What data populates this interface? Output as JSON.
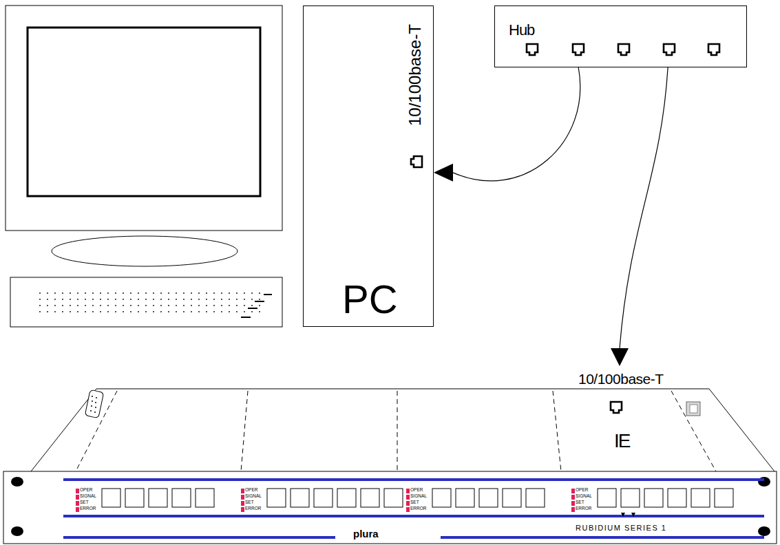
{
  "diagram": {
    "nodes": [
      {
        "text": [
          "10/100base-T",
          "PC"
        ]
      },
      {
        "text": [
          "Hub"
        ]
      },
      {
        "text": [
          "10/100base-T",
          "IE"
        ]
      }
    ],
    "edges": [
      {
        "from": 1,
        "to": 0,
        "arrow": "to"
      },
      {
        "from": 1,
        "to": 2,
        "arrow": "to"
      }
    ],
    "labels": [
      "OPER",
      "SIGNAL",
      "SET",
      "ERROR",
      "OPER",
      "SIGNAL",
      "SET",
      "ERROR",
      "OPER",
      "SIGNAL",
      "SET",
      "ERROR",
      "OPER",
      "SIGNAL",
      "SET",
      "ERROR",
      "plura",
      "RUBIDIUM SERIES 1"
    ]
  }
}
